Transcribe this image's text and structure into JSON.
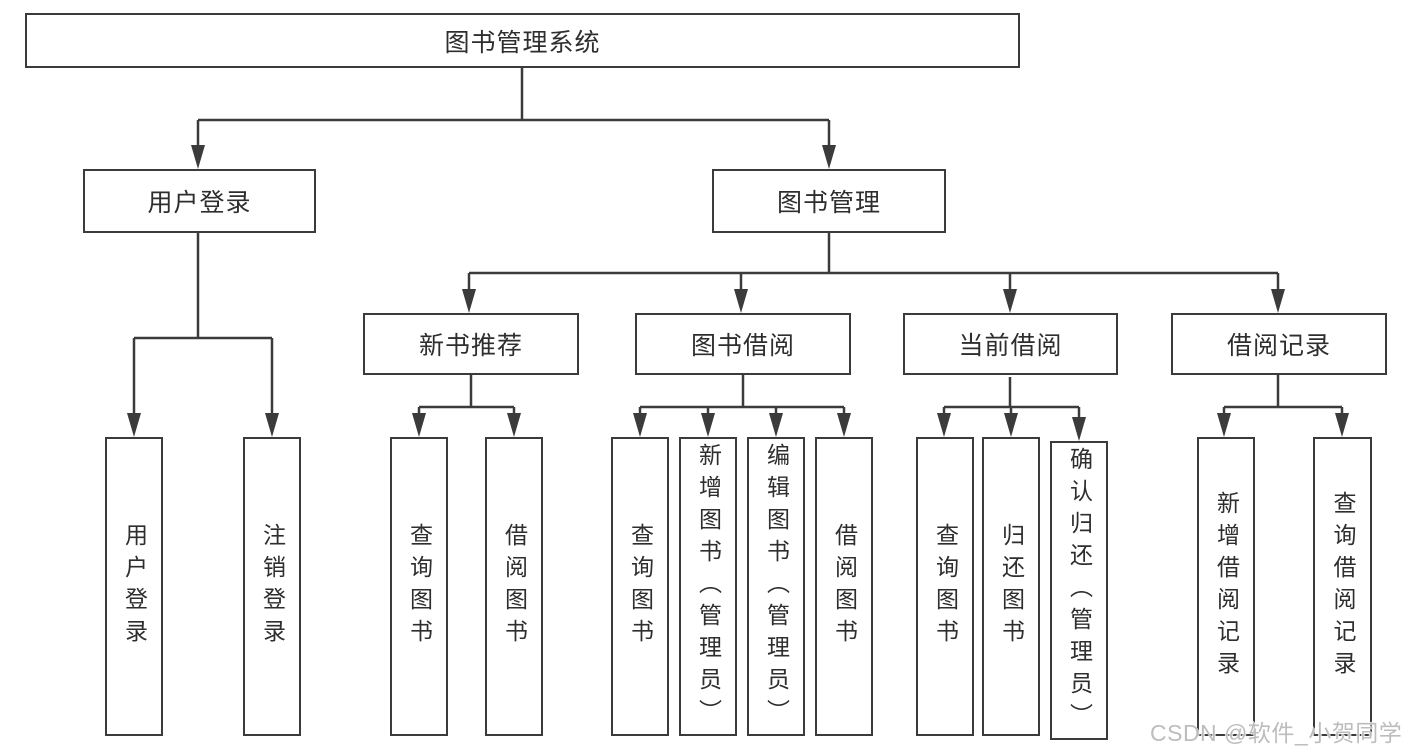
{
  "diagram": {
    "type": "hierarchy",
    "colors": {
      "line": "#3b3b3b",
      "box_border": "#3b3b3b",
      "text": "#2e2e2e",
      "background": "#ffffff",
      "watermark": "#bdbdbd"
    },
    "root": {
      "label": "图书管理系统"
    },
    "branches": [
      {
        "label": "用户登录",
        "children": [
          {
            "label": "用户登录"
          },
          {
            "label": "注销登录"
          }
        ]
      },
      {
        "label": "图书管理",
        "children": [
          {
            "label": "新书推荐",
            "children": [
              {
                "label": "查询图书"
              },
              {
                "label": "借阅图书"
              }
            ]
          },
          {
            "label": "图书借阅",
            "children": [
              {
                "label": "查询图书"
              },
              {
                "label": "新增图书（管理员）"
              },
              {
                "label": "编辑图书（管理员）"
              },
              {
                "label": "借阅图书"
              }
            ]
          },
          {
            "label": "当前借阅",
            "children": [
              {
                "label": "查询图书"
              },
              {
                "label": "归还图书"
              },
              {
                "label": "确认归还（管理员）"
              }
            ]
          },
          {
            "label": "借阅记录",
            "children": [
              {
                "label": "新增借阅记录"
              },
              {
                "label": "查询借阅记录"
              }
            ]
          }
        ]
      }
    ],
    "watermark": {
      "text": "CSDN @软件_小贺同学"
    }
  }
}
